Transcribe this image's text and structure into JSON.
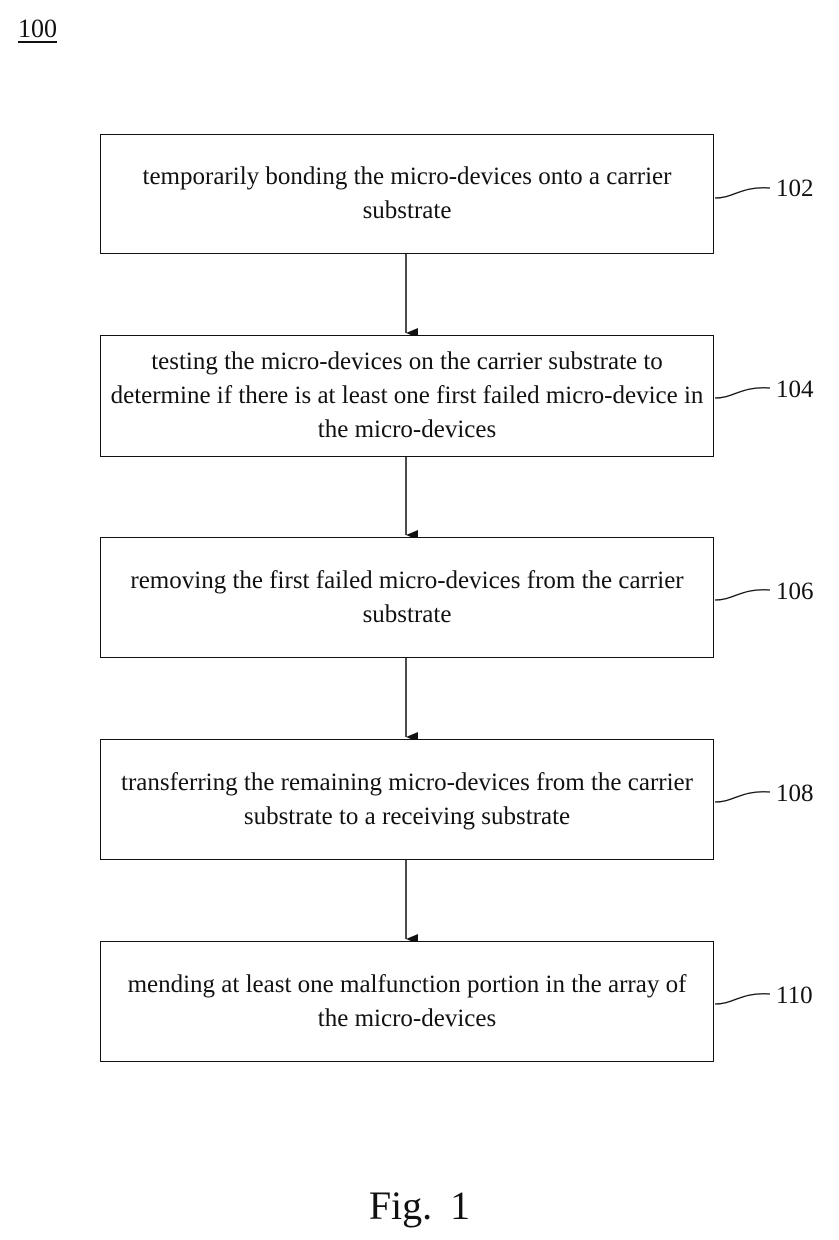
{
  "figure_ref": "100",
  "caption": "Fig. 1",
  "steps": [
    {
      "id": "102",
      "text": "temporarily bonding the micro-devices onto a carrier substrate"
    },
    {
      "id": "104",
      "text": "testing the micro-devices on the carrier substrate to determine if there is at least one first failed micro-device in the micro-devices"
    },
    {
      "id": "106",
      "text": "removing the first failed micro-devices from the carrier substrate"
    },
    {
      "id": "108",
      "text": "transferring the remaining micro-devices from the carrier substrate to a receiving substrate"
    },
    {
      "id": "110",
      "text": "mending at least one malfunction portion in the array of the micro-devices"
    }
  ]
}
